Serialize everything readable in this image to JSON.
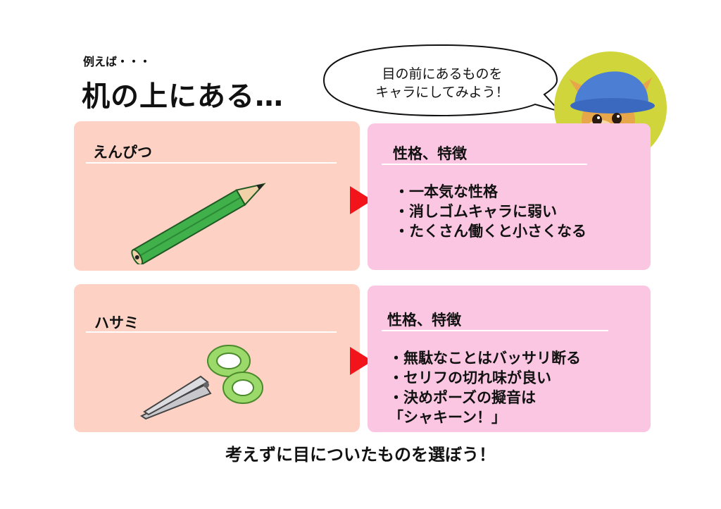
{
  "header": {
    "intro": "例えば・・・",
    "title": "机の上にある…"
  },
  "speech": {
    "line1": "目の前にあるものを",
    "line2": "キャラにしてみよう！"
  },
  "items": [
    {
      "label": "えんぴつ",
      "trait_heading": "性格、特徴",
      "traits": [
        "・一本気な性格",
        "・消しゴムキャラに弱い",
        "・たくさん働くと小さくなる"
      ]
    },
    {
      "label": "ハサミ",
      "trait_heading": "性格、特徴",
      "traits": [
        "・無駄なことはバッサリ断る",
        "・セリフの切れ味が良い",
        "・決めポーズの擬音は",
        "「シャキーン！」"
      ]
    }
  ],
  "footer": "考えずに目についたものを選ぼう！",
  "colors": {
    "left_panel": "#fdd1c4",
    "right_panel": "#fbc6e1",
    "arrow": "#f2141a",
    "pencil": "#3fb04a",
    "scissors_handle": "#9ad96a",
    "avatar_bg": "#cfd53a"
  },
  "icons": {
    "pencil": "pencil-illustration",
    "scissors": "scissors-illustration",
    "avatar": "character-avatar"
  }
}
